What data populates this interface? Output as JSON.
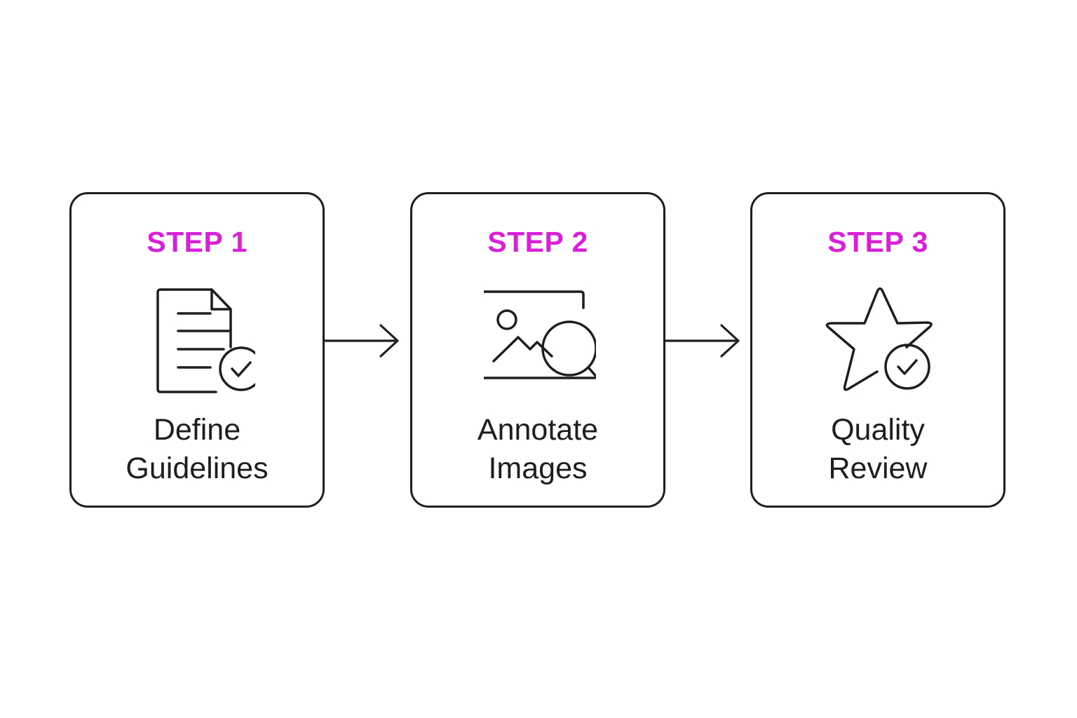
{
  "colors": {
    "accent": "#D91FD9",
    "stroke": "#1E1E1E",
    "background": "#FFFFFF"
  },
  "steps": [
    {
      "label": "STEP 1",
      "icon": "document-check-icon",
      "title_lines": [
        "Define",
        "Guidelines"
      ]
    },
    {
      "label": "STEP 2",
      "icon": "image-search-icon",
      "title_lines": [
        "Annotate",
        "Images"
      ]
    },
    {
      "label": "STEP 3",
      "icon": "star-check-icon",
      "title_lines": [
        "Quality",
        "Review"
      ]
    }
  ],
  "connectors": [
    {
      "icon": "arrow-right-icon"
    },
    {
      "icon": "arrow-right-icon"
    }
  ]
}
